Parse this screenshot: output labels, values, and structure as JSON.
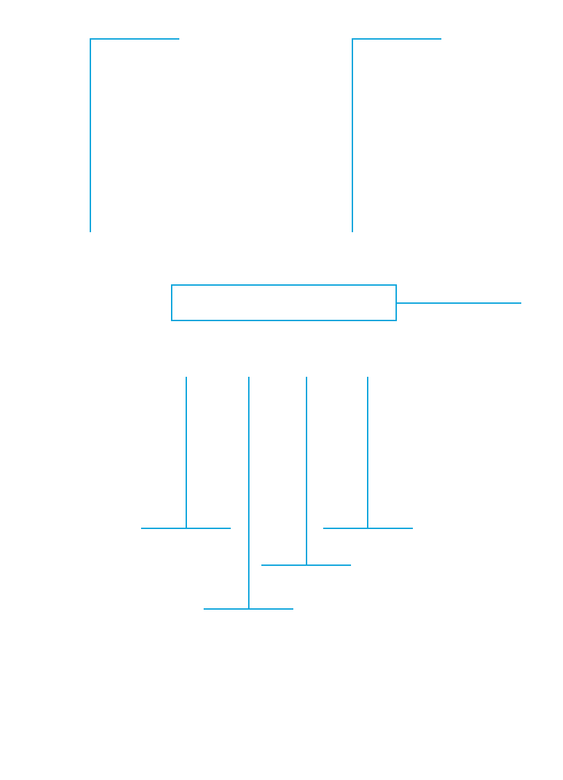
{
  "diagram": {
    "stroke_color": "#0ea5dc",
    "background_color": "#ffffff",
    "top_brackets": [
      "left-bracket",
      "right-bracket"
    ],
    "center_box": {
      "label": ""
    },
    "stems": [
      "stem-1",
      "stem-2",
      "stem-3",
      "stem-4"
    ],
    "text_labels": []
  }
}
